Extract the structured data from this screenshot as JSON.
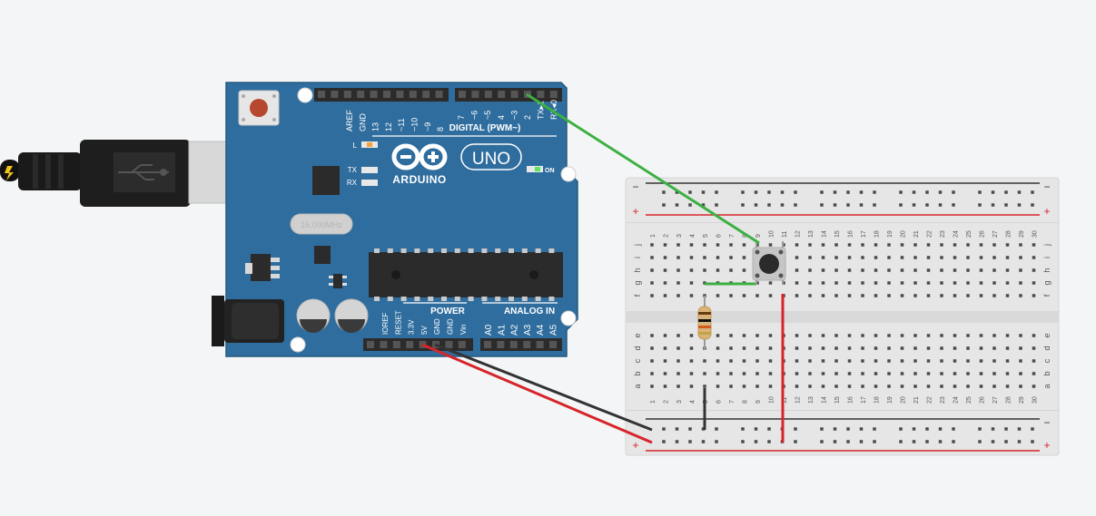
{
  "colors": {
    "canvas": "#f4f5f6",
    "board": "#2f6d9e",
    "board_edge": "#25597f",
    "header": "#2b2b2b",
    "breadboard": "#e6e6e6",
    "rail_plus": "#d6252a",
    "rail_minus": "#333333",
    "wire_green": "#3cb043",
    "wire_red": "#d6252a",
    "wire_black": "#333333",
    "silk": "#ffffff",
    "led_on": "#5ee35e",
    "led_l": "#f3a33a"
  },
  "arduino": {
    "brand": "ARDUINO",
    "model": "UNO",
    "digital_label": "DIGITAL (PWM~)",
    "power_label": "POWER",
    "analog_label": "ANALOG IN",
    "l_label": "L",
    "tx_label": "TX",
    "rx_label": "RX",
    "on_label": "ON",
    "crystal_label": "16.000MHz",
    "pins_top_left": [
      "AREF",
      "GND",
      "13",
      "12",
      "~11",
      "~10",
      "~9",
      "8"
    ],
    "pins_top_right": [
      "7",
      "~6",
      "~5",
      "4",
      "~3",
      "2",
      "TX▸1",
      "RX◂0"
    ],
    "pins_power": [
      "IOREF",
      "RESET",
      "3.3V",
      "5V",
      "GND",
      "GND",
      "Vin"
    ],
    "pins_analog": [
      "A0",
      "A1",
      "A2",
      "A3",
      "A4",
      "A5"
    ]
  },
  "usb": {
    "symbol": "usb-trident-icon",
    "bolt": "lightning-icon"
  },
  "breadboard": {
    "columns": [
      "1",
      "2",
      "3",
      "4",
      "5",
      "6",
      "7",
      "8",
      "9",
      "10",
      "11",
      "12",
      "13",
      "14",
      "15",
      "16",
      "17",
      "18",
      "19",
      "20",
      "21",
      "22",
      "23",
      "24",
      "25",
      "26",
      "27",
      "28",
      "29",
      "30"
    ],
    "rows_top": [
      "j",
      "i",
      "h",
      "g",
      "f"
    ],
    "rows_bottom": [
      "e",
      "d",
      "c",
      "b",
      "a"
    ],
    "rail_minus": "−",
    "rail_plus": "+"
  },
  "components": {
    "pushbutton": "pushbutton",
    "resistor": "resistor"
  }
}
